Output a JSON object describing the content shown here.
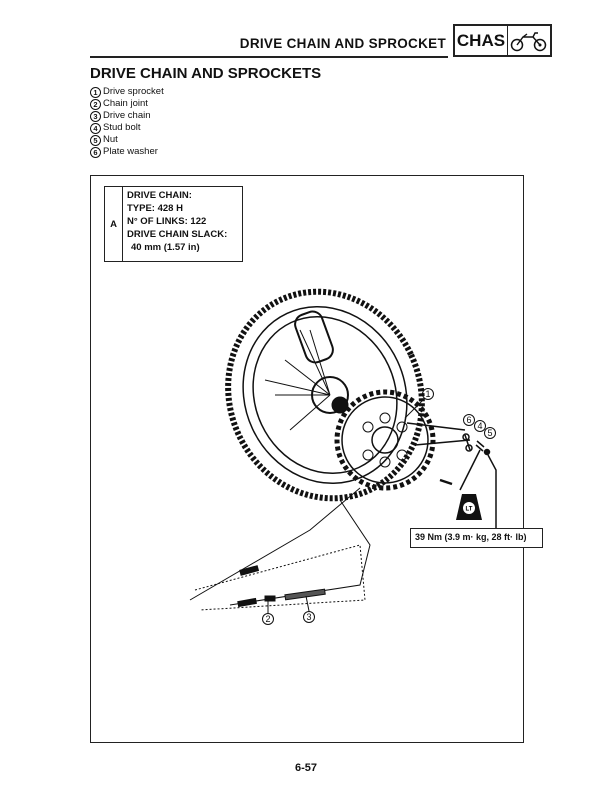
{
  "header": {
    "title": "DRIVE CHAIN AND SPROCKET",
    "section_tag": "CHAS",
    "section_icon": "motorcycle-icon"
  },
  "section_title": "DRIVE CHAIN AND SPROCKETS",
  "parts": [
    {
      "num": "1",
      "label": "Drive sprocket"
    },
    {
      "num": "2",
      "label": "Chain joint"
    },
    {
      "num": "3",
      "label": "Drive chain"
    },
    {
      "num": "4",
      "label": "Stud bolt"
    },
    {
      "num": "5",
      "label": "Nut"
    },
    {
      "num": "6",
      "label": "Plate washer"
    }
  ],
  "spec_box": {
    "key": "A",
    "lines": [
      "DRIVE CHAIN:",
      "TYPE: 428 H",
      "N° OF LINKS: 122",
      "DRIVE CHAIN SLACK:",
      "40 mm (1.57 in)"
    ]
  },
  "torque": "39 Nm (3.9 m· kg, 28 ft· lb)",
  "locktite_label": "LT",
  "page_number": "6-57"
}
